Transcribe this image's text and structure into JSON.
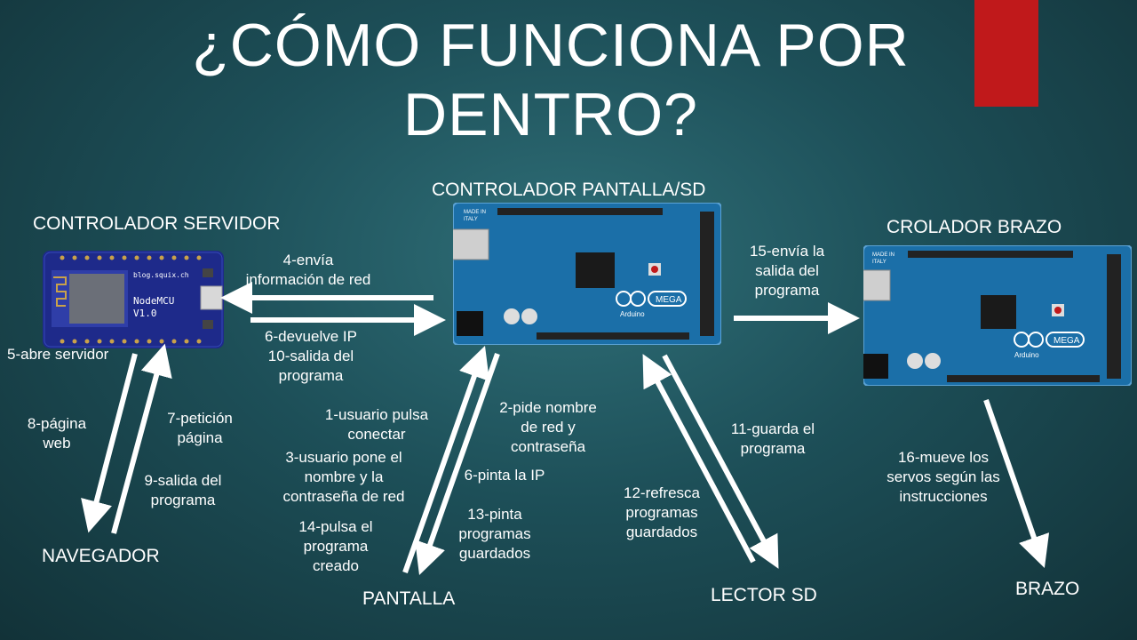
{
  "title": "¿CÓMO FUNCIONA POR DENTRO?",
  "nodes": {
    "servidor": "CONTROLADOR SERVIDOR",
    "pantalla_sd": "CONTROLADOR PANTALLA/SD",
    "brazo_ctrl": "CROLADOR BRAZO",
    "navegador": "NAVEGADOR",
    "pantalla": "PANTALLA",
    "lector_sd": "LECTOR SD",
    "brazo": "BRAZO"
  },
  "boards": {
    "nodemcu_site": "blog.squix.ch",
    "nodemcu_name": "NodeMCU",
    "nodemcu_ver": "V1.0",
    "mega_made": "MADE IN",
    "mega_italy": "ITALY",
    "mega_logo": "MEGA",
    "mega_brand": "Arduino"
  },
  "steps": {
    "s4": [
      "4-envía",
      "información de red"
    ],
    "s6": [
      "6-devuelve IP",
      "10-salida del",
      "programa"
    ],
    "s5": "5-abre servidor",
    "s8": [
      "8-página",
      "web"
    ],
    "s7": [
      "7-petición",
      "página"
    ],
    "s9": [
      "9-salida del",
      "programa"
    ],
    "s1": [
      "1-usuario pulsa",
      "conectar"
    ],
    "s3": [
      "3-usuario pone el",
      "nombre y la",
      "contraseña de red"
    ],
    "s2": [
      "2-pide nombre",
      "de red y",
      "contraseña"
    ],
    "s6b": "6-pinta la IP",
    "s13": [
      "13-pinta",
      "programas",
      "guardados"
    ],
    "s14": [
      "14-pulsa el",
      "programa",
      "creado"
    ],
    "s11": [
      "11-guarda el",
      "programa"
    ],
    "s12": [
      "12-refresca",
      "programas",
      "guardados"
    ],
    "s15": [
      "15-envía la",
      "salida del",
      "programa"
    ],
    "s16": [
      "16-mueve los",
      "servos según las",
      "instrucciones"
    ]
  },
  "colors": {
    "background": "#1d4f58",
    "accent_red": "#c0191b",
    "board_blue": "#1b6fa8",
    "arrow": "#ffffff"
  }
}
